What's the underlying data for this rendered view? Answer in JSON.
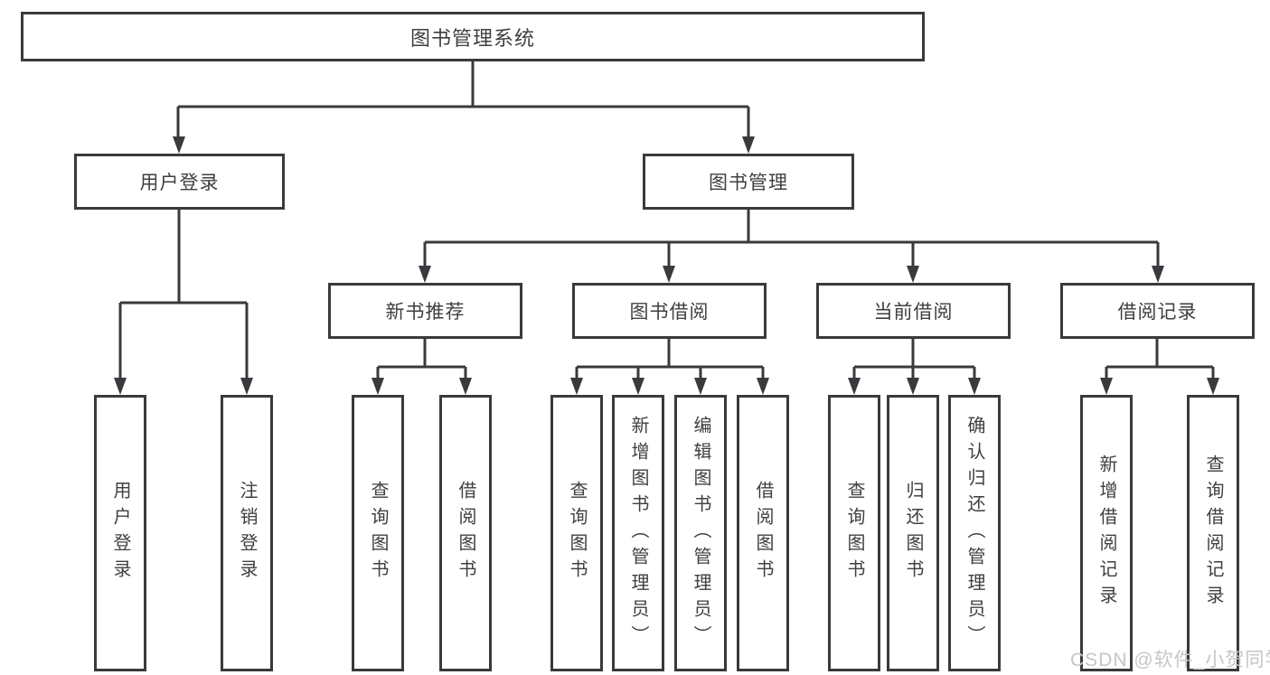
{
  "diagram_type": "tree",
  "colors": {
    "line": "#3a3a3e",
    "text": "#3f3f43",
    "watermark": "#c6c6c6",
    "background": "#ffffff"
  },
  "tree": {
    "label": "图书管理系统",
    "children": [
      {
        "label": "用户登录",
        "children": [
          {
            "label": "用户登录"
          },
          {
            "label": "注销登录"
          }
        ]
      },
      {
        "label": "图书管理",
        "children": [
          {
            "label": "新书推荐",
            "children": [
              {
                "label": "查询图书"
              },
              {
                "label": "借阅图书"
              }
            ]
          },
          {
            "label": "图书借阅",
            "children": [
              {
                "label": "查询图书"
              },
              {
                "label": "新增图书（管理员）"
              },
              {
                "label": "编辑图书（管理员）"
              },
              {
                "label": "借阅图书"
              }
            ]
          },
          {
            "label": "当前借阅",
            "children": [
              {
                "label": "查询图书"
              },
              {
                "label": "归还图书"
              },
              {
                "label": "确认归还（管理员）"
              }
            ]
          },
          {
            "label": "借阅记录",
            "children": [
              {
                "label": "新增借阅记录"
              },
              {
                "label": "查询借阅记录"
              }
            ]
          }
        ]
      }
    ]
  },
  "watermark": {
    "text": "CSDN @软件_小贺同学"
  }
}
